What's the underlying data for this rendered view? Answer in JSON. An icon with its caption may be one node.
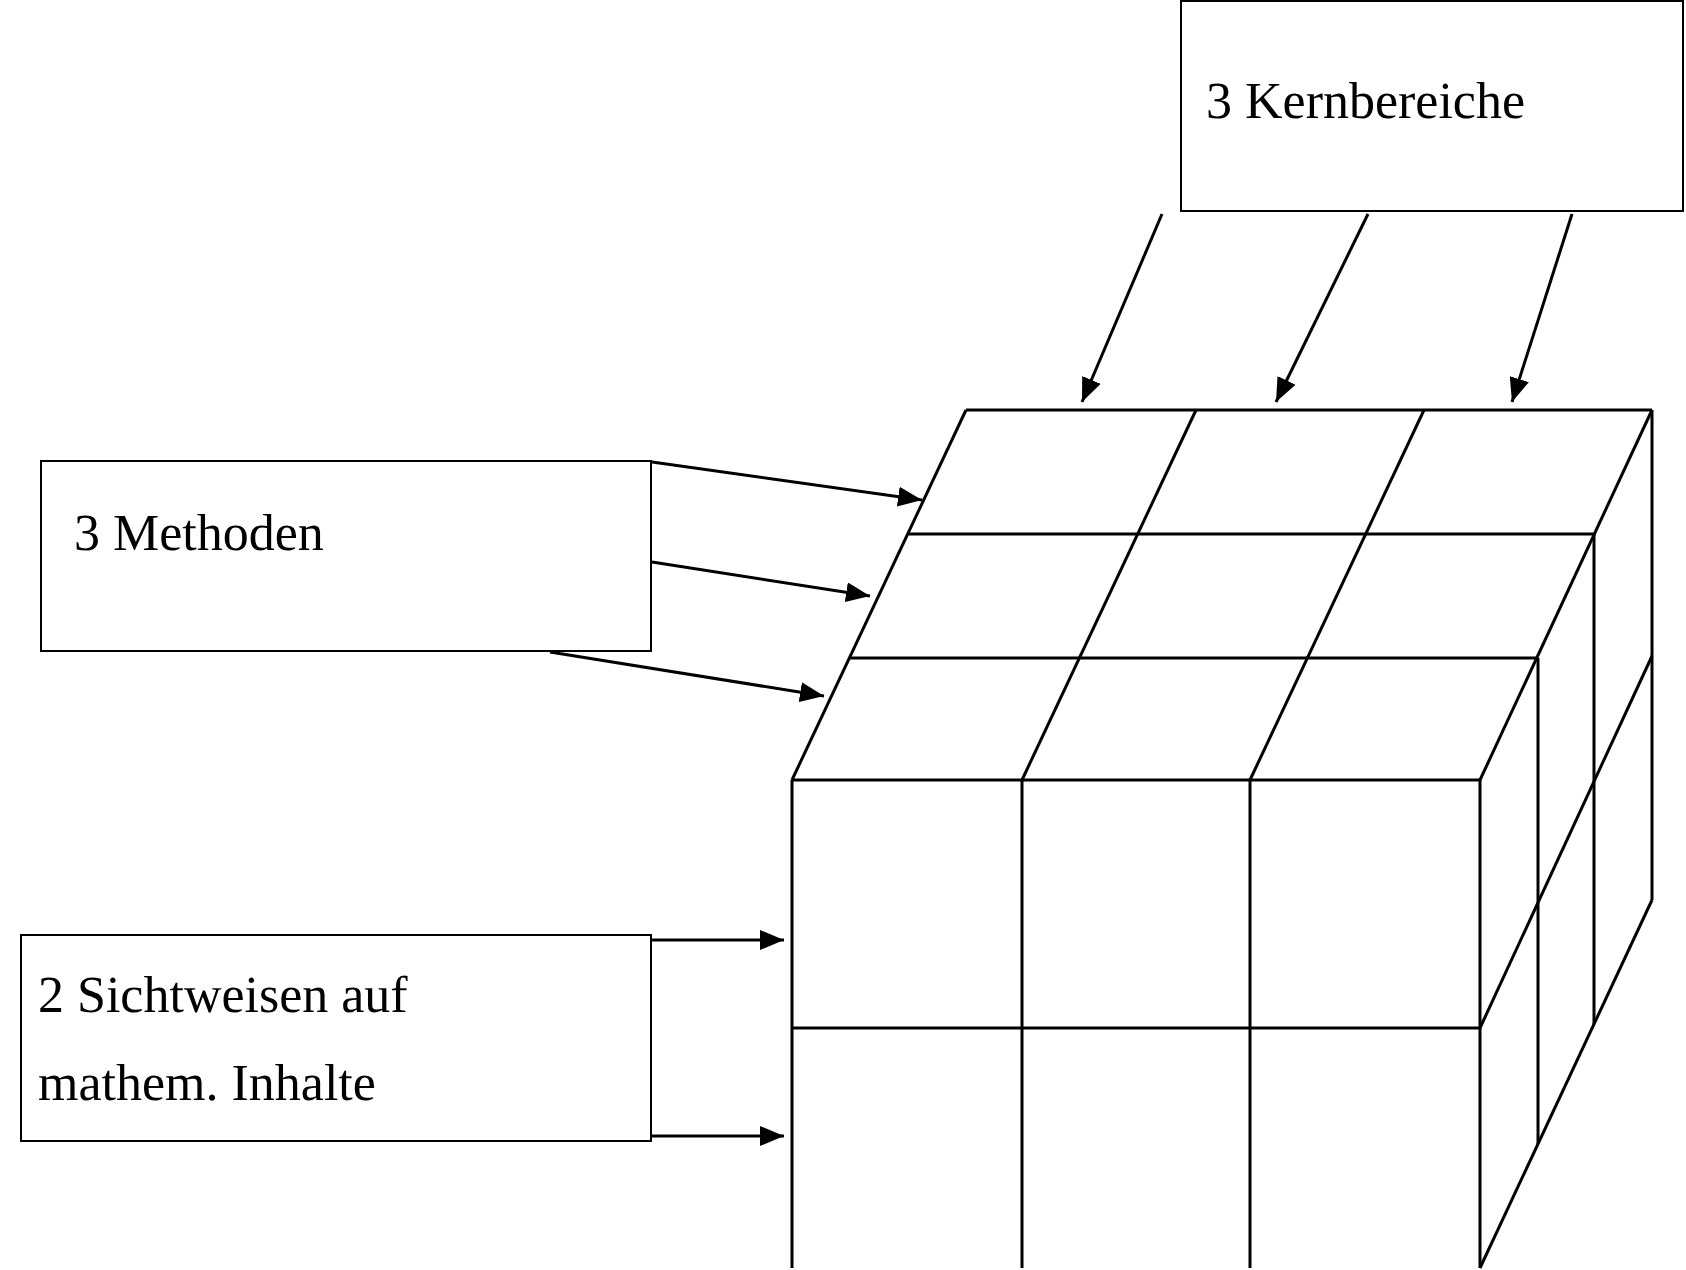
{
  "diagram": {
    "nodes": [
      {
        "text": [
          "3 Kernbereiche"
        ]
      },
      {
        "text": [
          "3 Methoden"
        ]
      },
      {
        "text": [
          "2 Sichtweisen auf mathem. Inhalte"
        ]
      },
      {
        "text": [],
        "shape": "cube"
      }
    ],
    "edges": [
      {
        "from": 0,
        "to": 3,
        "arrow": "to"
      },
      {
        "from": 0,
        "to": 3,
        "arrow": "to"
      },
      {
        "from": 0,
        "to": 3,
        "arrow": "to"
      },
      {
        "from": 1,
        "to": 3,
        "arrow": "to"
      },
      {
        "from": 1,
        "to": 3,
        "arrow": "to"
      },
      {
        "from": 1,
        "to": 3,
        "arrow": "to"
      },
      {
        "from": 2,
        "to": 3,
        "arrow": "to"
      },
      {
        "from": 2,
        "to": 3,
        "arrow": "to"
      }
    ]
  }
}
